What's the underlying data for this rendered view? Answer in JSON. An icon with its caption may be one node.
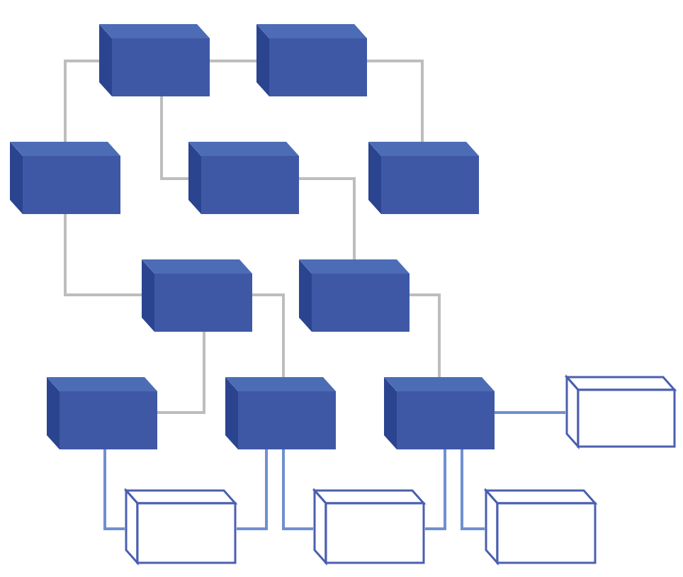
{
  "diagram": {
    "nodes": [
      {
        "text": [],
        "shape": "box"
      },
      {
        "text": [],
        "shape": "box"
      },
      {
        "text": [],
        "shape": "box"
      },
      {
        "text": [],
        "shape": "box"
      },
      {
        "text": [],
        "shape": "box"
      },
      {
        "text": [],
        "shape": "box"
      },
      {
        "text": [],
        "shape": "box"
      },
      {
        "text": [],
        "shape": "box"
      },
      {
        "text": [],
        "shape": "box"
      },
      {
        "text": [],
        "shape": "box"
      },
      {
        "text": [],
        "shape": "box"
      },
      {
        "text": [],
        "shape": "box"
      },
      {
        "text": [],
        "shape": "box"
      },
      {
        "text": [],
        "shape": "box"
      }
    ],
    "edges": [
      {
        "from": 0,
        "to": 2,
        "arrow": "none"
      },
      {
        "from": 0,
        "to": 1,
        "arrow": "none"
      },
      {
        "from": 1,
        "to": 4,
        "arrow": "none"
      },
      {
        "from": 0,
        "to": 3,
        "arrow": "none"
      },
      {
        "from": 3,
        "to": 6,
        "arrow": "none"
      },
      {
        "from": 2,
        "to": 5,
        "arrow": "none"
      },
      {
        "from": 5,
        "to": 8,
        "arrow": "none"
      },
      {
        "from": 5,
        "to": 7,
        "arrow": "none"
      },
      {
        "from": 6,
        "to": 9,
        "arrow": "none"
      },
      {
        "from": 7,
        "to": 11,
        "arrow": "none",
        "color": "#6f8fd0"
      },
      {
        "from": 8,
        "to": 11,
        "arrow": "none",
        "color": "#6f8fd0"
      },
      {
        "from": 8,
        "to": 12,
        "arrow": "none",
        "color": "#6f8fd0"
      },
      {
        "from": 9,
        "to": 12,
        "arrow": "none",
        "color": "#6f8fd0"
      },
      {
        "from": 9,
        "to": 13,
        "arrow": "none",
        "color": "#6f8fd0"
      },
      {
        "from": 9,
        "to": 10,
        "arrow": "none",
        "color": "#6f8fd0"
      }
    ]
  }
}
